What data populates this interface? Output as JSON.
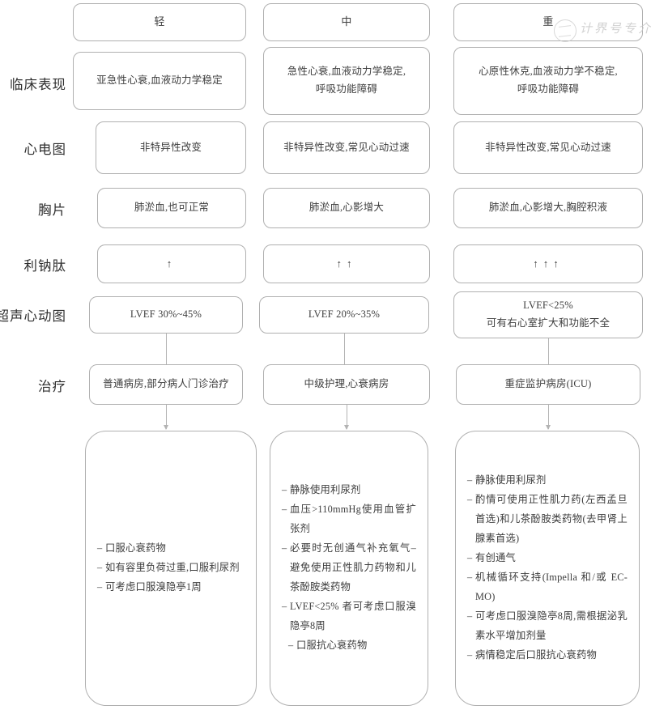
{
  "columns": [
    {
      "key": "mild",
      "header": "轻"
    },
    {
      "key": "moderate",
      "header": "中"
    },
    {
      "key": "severe",
      "header": "重"
    }
  ],
  "row_labels": {
    "clinical": "临床表现",
    "ecg": "心电图",
    "xray": "胸片",
    "natriuretic": "利钠肽",
    "echo": "超声心动图",
    "treatment": "治疗"
  },
  "rows": {
    "clinical": {
      "mild": [
        "亚急性心衰,血液动力学稳定"
      ],
      "moderate": [
        "急性心衰,血液动力学稳定,",
        "呼吸功能障碍"
      ],
      "severe": [
        "心原性休克,血液动力学不稳定,",
        "呼吸功能障碍"
      ]
    },
    "ecg": {
      "mild": [
        "非特异性改变"
      ],
      "moderate": [
        "非特异性改变,常见心动过速"
      ],
      "severe": [
        "非特异性改变,常见心动过速"
      ]
    },
    "xray": {
      "mild": [
        "肺淤血,也可正常"
      ],
      "moderate": [
        "肺淤血,心影增大"
      ],
      "severe": [
        "肺淤血,心影增大,胸腔积液"
      ]
    },
    "natriuretic": {
      "mild": [
        "↑"
      ],
      "moderate": [
        "↑↑"
      ],
      "severe": [
        "↑↑↑"
      ]
    },
    "echo": {
      "mild": [
        "LVEF 30%~45%"
      ],
      "moderate": [
        "LVEF 20%~35%"
      ],
      "severe": [
        "LVEF<25%",
        "可有右心室扩大和功能不全"
      ]
    },
    "treatment": {
      "mild": [
        "普通病房,部分病人门诊治疗"
      ],
      "moderate": [
        "中级护理,心衰病房"
      ],
      "severe": [
        "重症监护病房(ICU)"
      ]
    }
  },
  "treatment_details": {
    "mild": [
      {
        "text": "口服心衰药物",
        "sub": false
      },
      {
        "text": "如有容里负荷过重,口服利尿剂",
        "sub": false
      },
      {
        "text": "可考虑口服溴隐亭1周",
        "sub": false
      }
    ],
    "moderate": [
      {
        "text": "静脉使用利尿剂",
        "sub": false
      },
      {
        "text": "血压>110mmHg使用血管扩张剂",
        "sub": false
      },
      {
        "text": "必要时无创通气补充氧气–避免使用正性肌力药物和儿茶酚胺类药物",
        "sub": false
      },
      {
        "text": "LVEF<25% 者可考虑口服溴隐亭8周",
        "sub": false
      },
      {
        "text": "口服抗心衰药物",
        "sub": true
      }
    ],
    "severe": [
      {
        "text": "静脉使用利尿剂",
        "sub": false
      },
      {
        "text": "酌情可使用正性肌力药(左西孟旦首选)和儿茶酚胺类药物(去甲肾上腺素首选)",
        "sub": false
      },
      {
        "text": "有创通气",
        "sub": false
      },
      {
        "text": "机械循环支持(Impella 和/或 EC-MO)",
        "sub": false
      },
      {
        "text": "可考虑口服溴隐亭8周,需根据泌乳素水平增加剂量",
        "sub": false
      },
      {
        "text": "病情稳定后口服抗心衰药物",
        "sub": false
      }
    ]
  },
  "watermark": {
    "text": "计界号专介",
    "seal_name": "circular-seal"
  },
  "styles": {
    "border_color": "#b0b0b0",
    "text_color": "#3d3d3d",
    "arrow_color": "#b3b3b3",
    "watermark_color": "#c9c9c9",
    "background": "#ffffff"
  },
  "bullet_dash": "–"
}
